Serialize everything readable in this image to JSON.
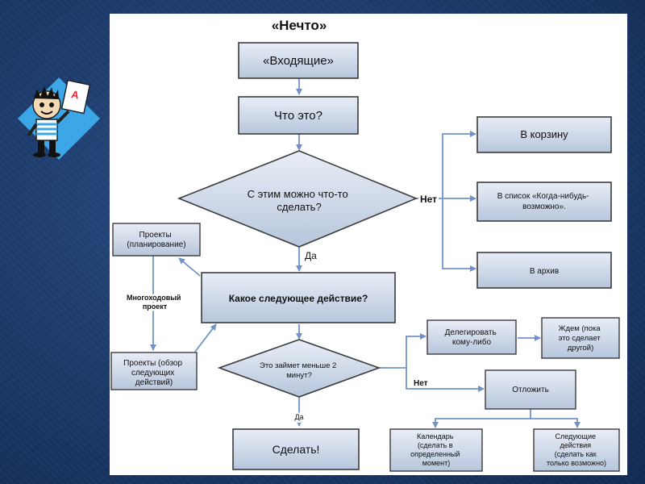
{
  "title": "«Нечто»",
  "nodes": {
    "inbox": "«Входящие»",
    "what": "Что это?",
    "can_do": [
      "С этим можно что-то",
      "сделать?"
    ],
    "trash": "В корзину",
    "someday": [
      "В список «Когда-нибудь-",
      "возможно»."
    ],
    "archive": "В архив",
    "projects_planning": [
      "Проекты",
      "(планирование)"
    ],
    "multistep": [
      "Многоходовый",
      "проект"
    ],
    "next_action": "Какое следующее действие?",
    "projects_review": [
      "Проекты (обзор",
      "следующих",
      "действий)"
    ],
    "two_min": [
      "Это займет меньше 2",
      "минут?"
    ],
    "delegate": [
      "Делегировать",
      "кому-либо"
    ],
    "waiting": [
      "Ждем (пока",
      "это сделает",
      "другой)"
    ],
    "defer": "Отложить",
    "do_it": "Сделать!",
    "calendar": [
      "Календарь",
      "(сделать в",
      "определенный",
      "момент)"
    ],
    "next_actions": [
      "Следующие",
      "действия",
      "(сделать как",
      "только возможно)"
    ]
  },
  "edge_labels": {
    "no1": "Нет",
    "yes1": "Да",
    "no2": "Нет",
    "yes2": "Да"
  },
  "colors": {
    "box_top": "#e9eef7",
    "box_bottom": "#b7c6dc",
    "box_stroke": "#3b3b3b",
    "arrow": "#6f93c9"
  }
}
